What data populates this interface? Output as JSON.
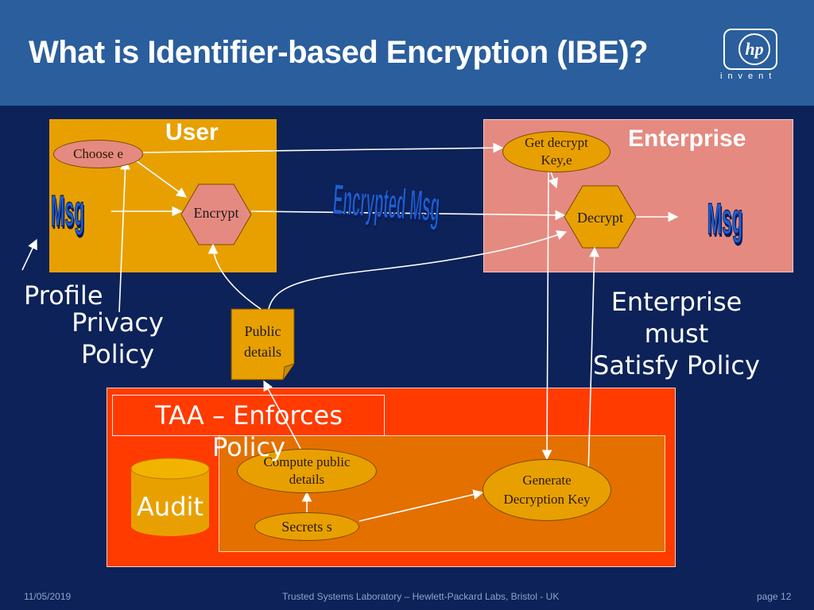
{
  "header": {
    "title": "What is Identifier-based Encryption (IBE)?",
    "logo_text": "hp",
    "logo_tagline": "invent"
  },
  "user_panel": {
    "title": "User",
    "choose_e": "Choose e",
    "encrypt": "Encrypt",
    "msg": "Msg"
  },
  "enterprise_panel": {
    "title": "Enterprise",
    "get_decrypt_line1": "Get decrypt",
    "get_decrypt_line2": "Key,e",
    "decrypt": "Decrypt",
    "msg": "Msg"
  },
  "encrypted_msg": "Encrypted Msg",
  "profile_label": "Profile",
  "privacy_policy_line1": "Privacy",
  "privacy_policy_line2": "Policy",
  "enterprise_must_line1": "Enterprise must",
  "enterprise_must_line2": "Satisfy Policy",
  "public_details_line1": "Public",
  "public_details_line2": "details",
  "taa": {
    "title": "TAA – Enforces Policy",
    "audit": "Audit",
    "compute_line1": "Compute public",
    "compute_line2": "details",
    "secrets": "Secrets s",
    "generate_line1": "Generate",
    "generate_line2": "Decryption Key"
  },
  "footer": {
    "date": "11/05/2019",
    "center": "Trusted Systems Laboratory – Hewlett-Packard Labs, Bristol - UK",
    "page": "page 12"
  },
  "colors": {
    "background": "#0c2258",
    "header": "#2a5e9c",
    "user_panel": "#e8a000",
    "enterprise_panel": "#e58a80",
    "taa_panel": "#ff3b00",
    "taa_inner": "#e47000",
    "wordart": "#1f5fd1"
  }
}
